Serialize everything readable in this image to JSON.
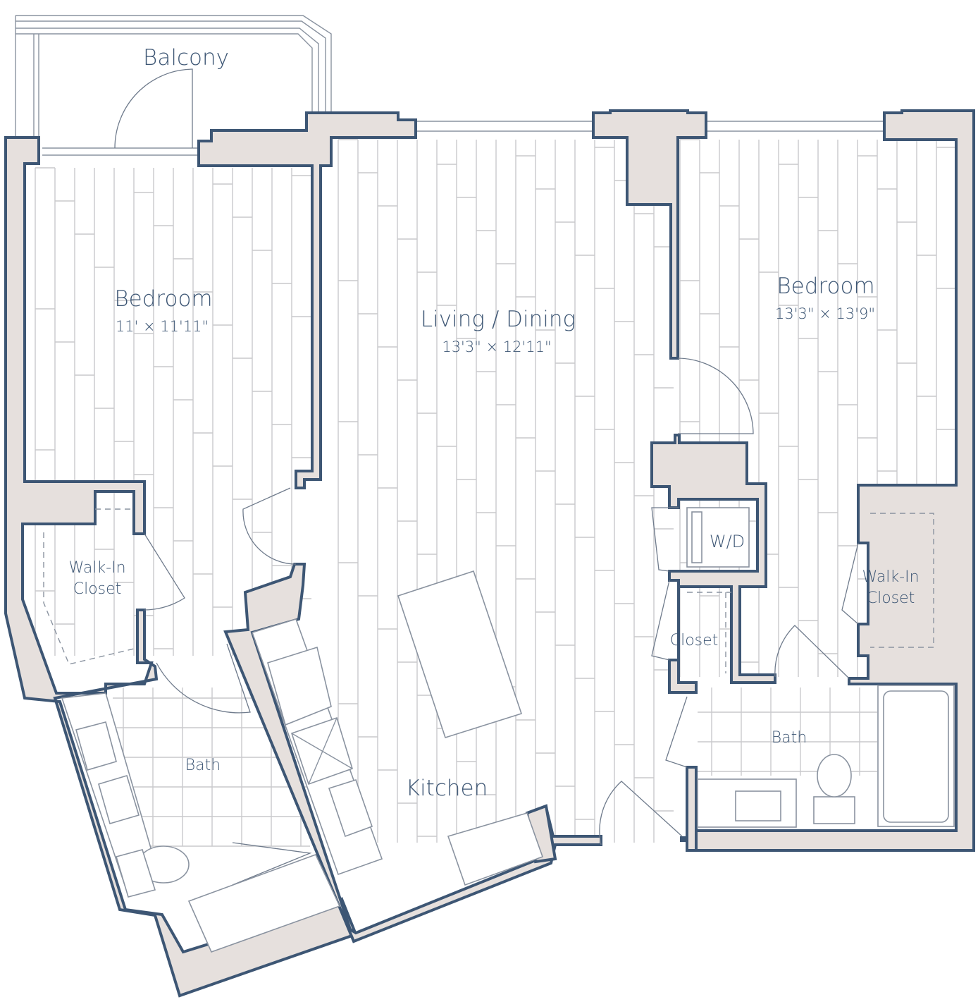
{
  "rooms": {
    "balcony": {
      "name": "Balcony"
    },
    "bedroom_left": {
      "name": "Bedroom",
      "dims": "11' × 11'11\""
    },
    "living_dining": {
      "name": "Living / Dining",
      "dims": "13'3\" × 12'11\""
    },
    "bedroom_right": {
      "name": "Bedroom",
      "dims": "13'3\" × 13'9\""
    },
    "walkin_left": {
      "line1": "Walk-In",
      "line2": "Closet"
    },
    "walkin_right": {
      "line1": "Walk-In",
      "line2": "Closet"
    },
    "washer_dryer": {
      "name": "W/D"
    },
    "closet": {
      "name": "Closet"
    },
    "bath_left": {
      "name": "Bath"
    },
    "bath_right": {
      "name": "Bath"
    },
    "kitchen": {
      "name": "Kitchen"
    }
  },
  "colors": {
    "wall_fill": "#e6e0dd",
    "wall_stroke": "#3d5674",
    "label": "#3d5674",
    "floor_lines": "#c9c9cc"
  }
}
